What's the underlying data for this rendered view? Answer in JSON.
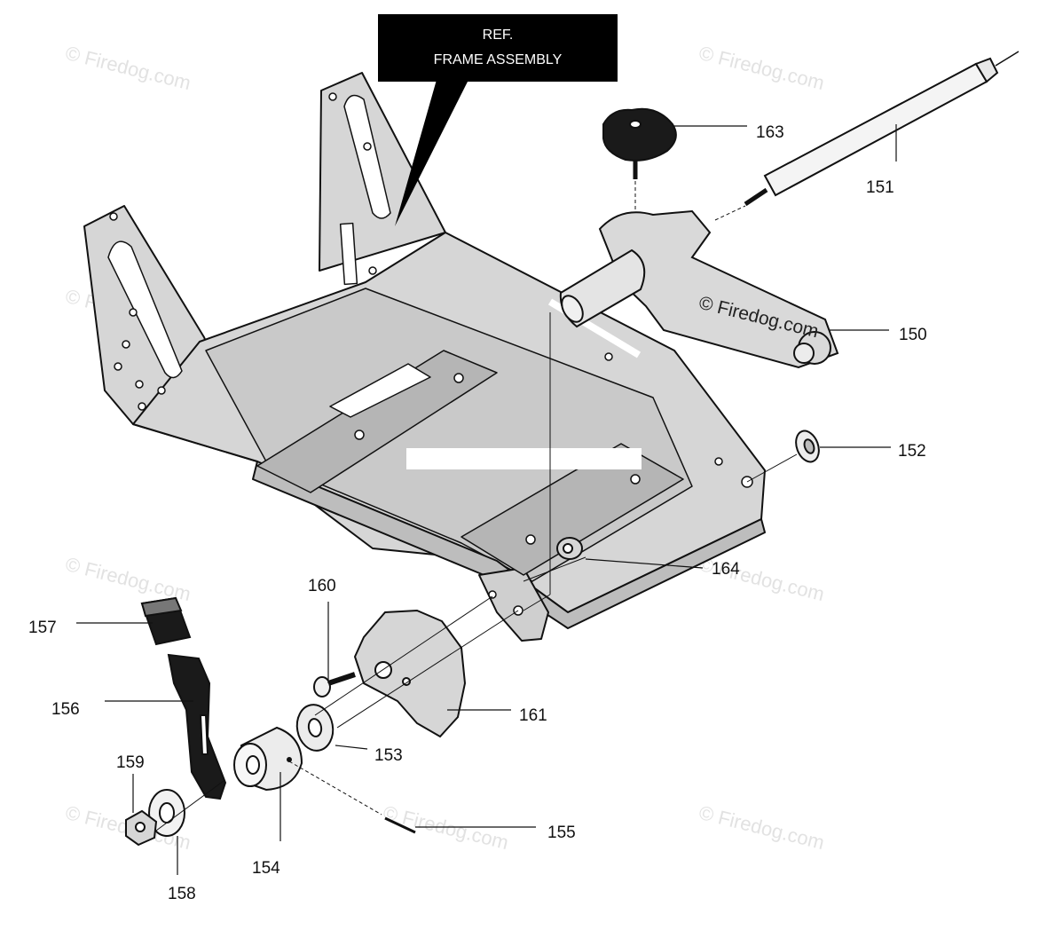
{
  "reference_box": {
    "line1": "REF.",
    "line2": "FRAME ASSEMBLY"
  },
  "callouts": {
    "p150": "150",
    "p151": "151",
    "p152": "152",
    "p153": "153",
    "p154": "154",
    "p155": "155",
    "p156": "156",
    "p157": "157",
    "p158": "158",
    "p159": "159",
    "p160": "160",
    "p161": "161",
    "p163": "163",
    "p164": "164"
  },
  "watermark": "© Firedog.com",
  "colors": {
    "frame_fill": "#d6d6d6",
    "outline": "#111111",
    "part_dark": "#1a1a1a",
    "background": "#ffffff"
  }
}
